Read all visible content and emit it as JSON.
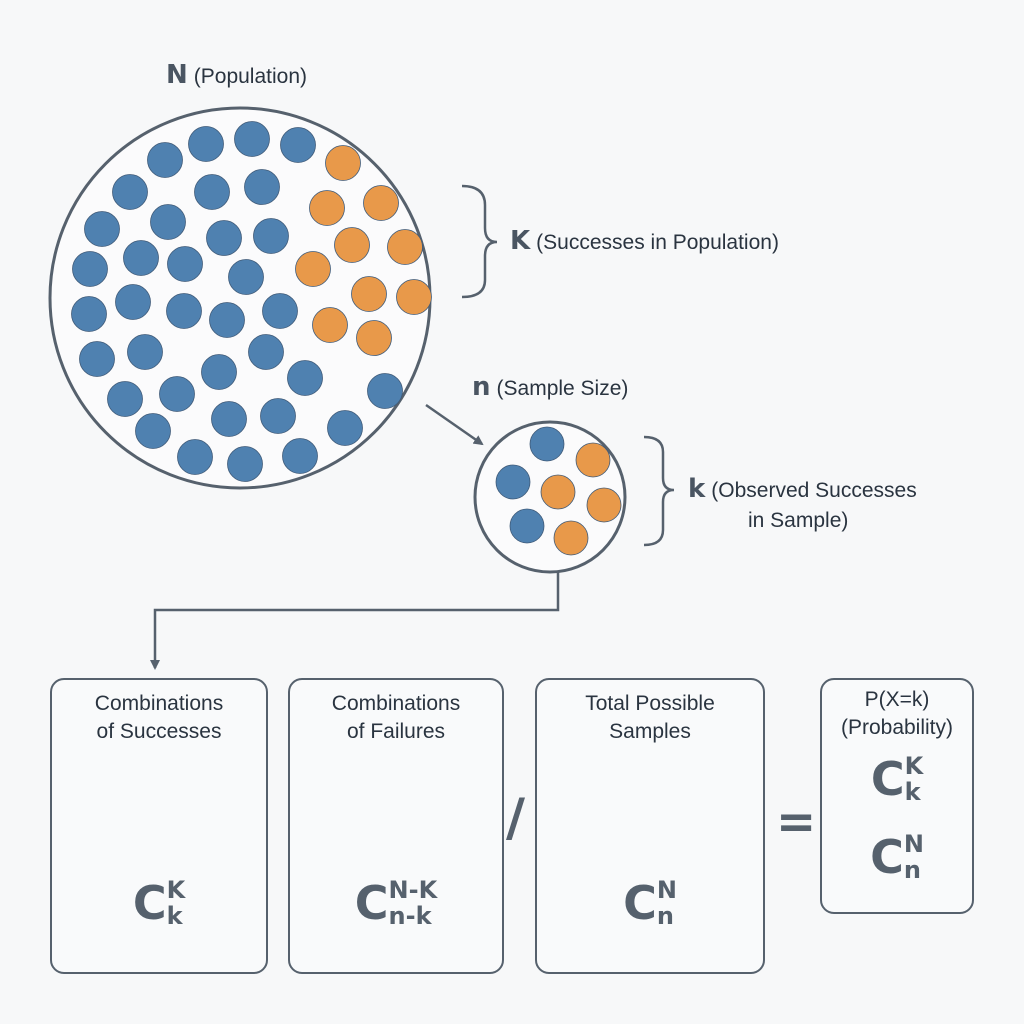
{
  "colors": {
    "success": "#e8994a",
    "failure": "#4f81b0",
    "outline": "#56616d",
    "background": "#f7f8f9"
  },
  "labels": {
    "population_symbol": "N",
    "population_text": "(Population)",
    "successes_symbol": "K",
    "successes_text": "(Successes in Population)",
    "sample_symbol": "n",
    "sample_text": "(Sample Size)",
    "observed_symbol": "k",
    "observed_line1": "(Observed Successes",
    "observed_line2": "in Sample)"
  },
  "panels": [
    {
      "title_line1": "Combinations",
      "title_line2": "of Successes",
      "formula_base": "C",
      "formula_sup": "K",
      "formula_sub": "k"
    },
    {
      "title_line1": "Combinations",
      "title_line2": "of Failures",
      "formula_base": "C",
      "formula_sup": "N-K",
      "formula_sub": "n-k"
    },
    {
      "title_line1": "Total Possible",
      "title_line2": "Samples",
      "formula_base": "C",
      "formula_sup": "N",
      "formula_sub": "n"
    }
  ],
  "result": {
    "title_line1": "P(X=k)",
    "title_line2": "(Probability)",
    "numerator": {
      "base": "C",
      "sup": "K",
      "sub": "k"
    },
    "denominator": {
      "base": "C",
      "sup": "N",
      "sub": "n"
    }
  },
  "operators": {
    "divide": "/",
    "equals": "="
  }
}
